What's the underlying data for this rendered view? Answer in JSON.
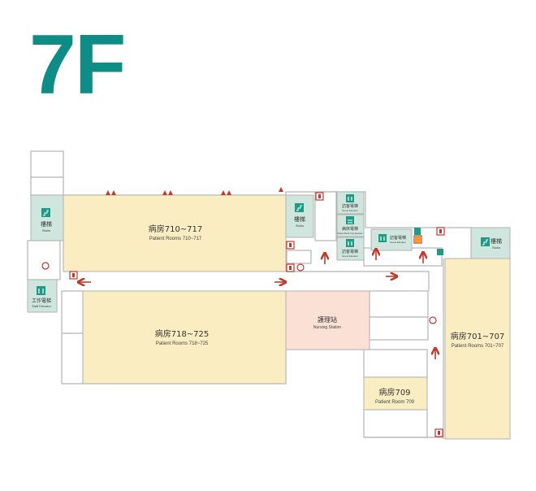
{
  "floor": {
    "title": "7F"
  },
  "colors": {
    "title": "#0e8c86",
    "patient_room": "#faedc2",
    "nursing_station": "#fbe0d6",
    "stairs_elevator": "#cfe6df",
    "wall": "#b3b3b3",
    "arrow": "#c0392b",
    "icon_green": "#1f9a86"
  },
  "rooms": {
    "r710": {
      "zh": "病房710~717",
      "en": "Patient Rooms 710~717"
    },
    "r718": {
      "zh": "病房718~725",
      "en": "Patient Rooms 718~725"
    },
    "r701": {
      "zh": "病房701~707",
      "en": "Patient Rooms 701~707"
    },
    "r709": {
      "zh": "病房709",
      "en": "Patient Room 709"
    },
    "nursing": {
      "zh": "護理站",
      "en": "Nursing Station"
    }
  },
  "facilities": {
    "stairs_left": {
      "zh": "樓梯",
      "en": "Stairs",
      "icon": "stairs-icon"
    },
    "stairs_center": {
      "zh": "樓梯",
      "en": "Stairs",
      "icon": "stairs-icon"
    },
    "stairs_right": {
      "zh": "樓梯",
      "en": "Stairs",
      "icon": "stairs-icon"
    },
    "staff_elevator": {
      "zh": "工作電梯",
      "en": "Staff Elevator",
      "icon": "elevator-icon"
    },
    "guest_elevator_top": {
      "zh": "訪客電梯",
      "en": "Guest Elevator",
      "icon": "elevator-icon"
    },
    "patient_elevator": {
      "zh": "病床電梯",
      "en": "Patient Beds Only Elevator",
      "icon": "bed-elevator-icon"
    },
    "guest_elevator_bottom": {
      "zh": "訪客電梯",
      "en": "Guest Elevator",
      "icon": "elevator-icon"
    },
    "guest_elevator_right": {
      "zh": "訪客電梯",
      "en": "Guest Elevator",
      "icon": "elevator-icon"
    }
  }
}
